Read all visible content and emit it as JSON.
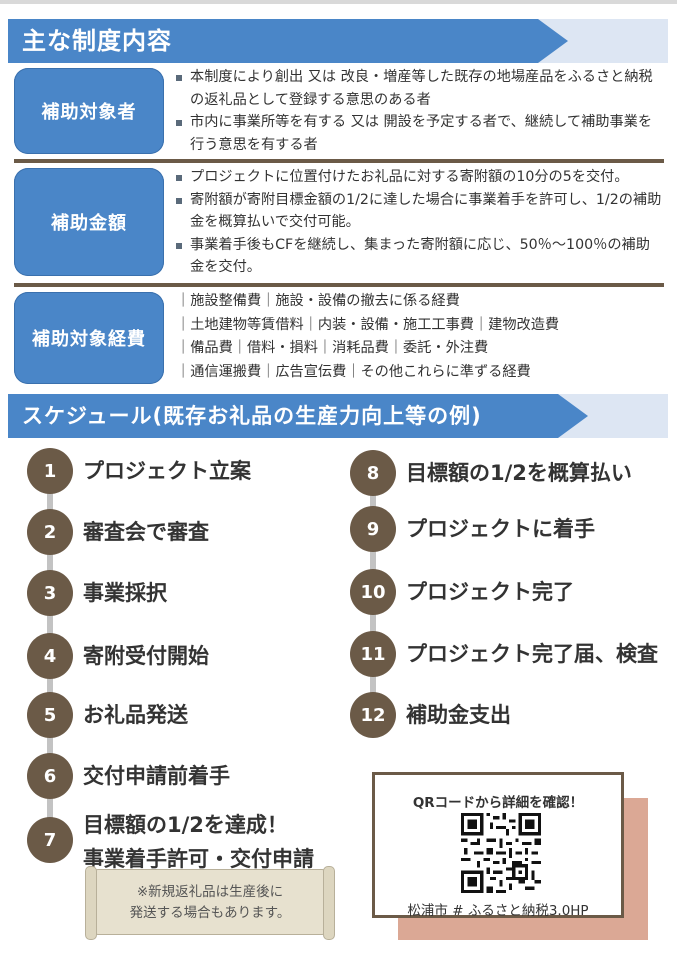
{
  "section_system": {
    "title": "主な制度内容",
    "rows": [
      {
        "label": "補助対象者",
        "items": [
          "本制度により創出 又は 改良・増産等した既存の地場産品をふるさと納税の返礼品として登録する意思のある者",
          "市内に事業所等を有する 又は 開設を予定する者で、継続して補助事業を行う意思を有する者"
        ]
      },
      {
        "label": "補助金額",
        "items": [
          "プロジェクトに位置付けたお礼品に対する寄附額の10分の5を交付。",
          "寄附額が寄附目標金額の1/2に達した場合に事業着手を許可し、1/2の補助金を概算払いで交付可能。",
          "事業着手後もCFを継続し、集まった寄附額に応じ、50％～100％の補助金を交付。"
        ]
      },
      {
        "label": "補助対象経費",
        "lines": [
          "｜施設整備費｜施設・設備の撤去に係る経費",
          "｜土地建物等賃借料｜内装・設備・施工工事費｜建物改造費",
          "｜備品費｜借料・損料｜消耗品費｜委託・外注費",
          "｜通信運搬費｜広告宣伝費｜その他これらに準ずる経費"
        ]
      }
    ]
  },
  "section_schedule": {
    "title": "スケジュール(既存お礼品の生産力向上等の例)",
    "steps": [
      {
        "num": "1",
        "label": "プロジェクト立案"
      },
      {
        "num": "2",
        "label": "審査会で審査"
      },
      {
        "num": "3",
        "label": "事業採択"
      },
      {
        "num": "4",
        "label": "寄附受付開始"
      },
      {
        "num": "5",
        "label": "お礼品発送"
      },
      {
        "num": "6",
        "label": "交付申請前着手"
      },
      {
        "num": "7",
        "label": "目標額の1/2を達成！",
        "label2": "事業着手許可・交付申請"
      },
      {
        "num": "8",
        "label": "目標額の1/2を概算払い"
      },
      {
        "num": "9",
        "label": "プロジェクトに着手"
      },
      {
        "num": "10",
        "label": "プロジェクト完了"
      },
      {
        "num": "11",
        "label": "プロジェクト完了届、検査"
      },
      {
        "num": "12",
        "label": "補助金支出"
      }
    ],
    "note": [
      "※新規返礼品は生産後に",
      "発送する場合もあります。"
    ]
  },
  "qr": {
    "title": "QRコードから詳細を確認！",
    "caption": "松浦市 # ふるさと納税3.0HP"
  },
  "colors": {
    "accent_blue": "#4a86c8",
    "banner_light": "#dde6f3",
    "step_brown": "#6b5a47",
    "qr_shadow": "#dba895"
  }
}
